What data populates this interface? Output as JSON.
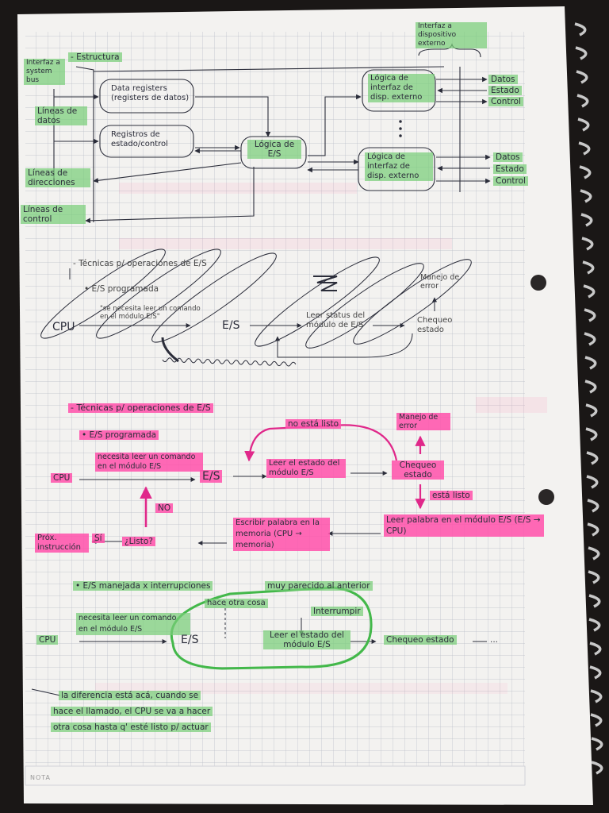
{
  "page": {
    "footer_label": "NOTA"
  },
  "diagram1": {
    "interfaz_dispositivo": "Interfaz a dispositivo externo",
    "interfaz_bus": "Interfaz a system bus",
    "estructura": "- Estructura",
    "lineas_datos": "Líneas de datos",
    "data_registers": "Data registers (registers de datos)",
    "registros_estado": "Registros de estado/control",
    "logica_es": "Lógica de E/S",
    "logica_interfaz_1": "Lógica de interfaz de disp. externo",
    "logica_interfaz_2": "Lógica de interfaz de disp. externo",
    "lineas_direcciones": "Líneas de direcciones",
    "lineas_control": "Líneas de control",
    "side_labels_top": [
      "Datos",
      "Estado",
      "Control"
    ],
    "side_labels_bottom": [
      "Datos",
      "Estado",
      "Control"
    ]
  },
  "sketch": {
    "title": "- Técnicas p/ operaciones de E/S",
    "subtitle": "• E/S programada",
    "cpu": "CPU",
    "note": "\"se necesita leer un comando en el módulo E/S\"",
    "es": "E/S",
    "leer_status": "Leer status del módulo de E/S",
    "manejo_error": "Manejo de error",
    "chequeo": "Chequeo estado"
  },
  "clean": {
    "title": "- Técnicas p/ operaciones de E/S",
    "subtitle": "• E/S programada",
    "cpu": "CPU",
    "necesita": "necesita leer un comando en el módulo E/S",
    "es": "E/S",
    "leer_estado": "Leer el estado del módulo E/S",
    "no_listo": "no está listo",
    "manejo_error": "Manejo de error",
    "chequeo": "Chequeo estado",
    "esta_listo": "está listo",
    "leer_palabra": "Leer palabra en el módulo E/S (E/S → CPU)",
    "escribir": "Escribir palabra en la memoria (CPU → memoria)",
    "listo": "¿Listo?",
    "no": "NO",
    "si": "Sí",
    "prox": "Próx. instrucción"
  },
  "interrupts": {
    "title": "• E/S manejada x interrupciones",
    "parecido": "muy parecido al anterior",
    "cpu": "CPU",
    "necesita": "necesita leer un comando en el módulo E/S",
    "es": "E/S",
    "hace_otra_cosa": "hace otra cosa",
    "interrumpir": "Interrumpir",
    "leer_estado": "Leer el estado del módulo E/S",
    "chequeo": "Chequeo estado",
    "ellipsis": "...",
    "diferencia_1": "la diferencia está acá, cuando se",
    "diferencia_2": "hace el llamado, el CPU se va a hacer",
    "diferencia_3": "otra cosa hasta q' esté listo p/ actuar"
  },
  "colors": {
    "paper": "#f3f2f0",
    "grid": "#b9bcc6",
    "ink": "#2b2d3a",
    "green_highlight": "#7fd17f",
    "pink_highlight": "#ff4fae"
  }
}
